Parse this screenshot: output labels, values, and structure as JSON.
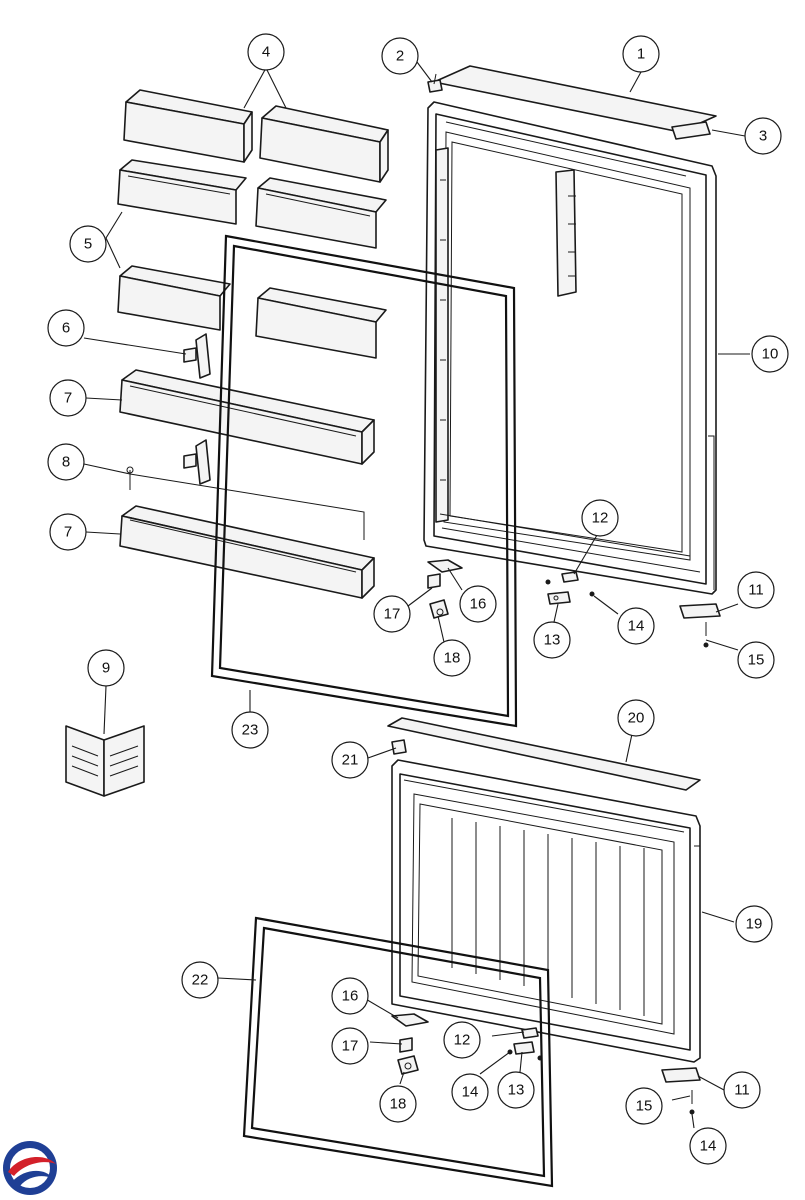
{
  "callouts": [
    {
      "id": "c1",
      "label": "1"
    },
    {
      "id": "c2",
      "label": "2"
    },
    {
      "id": "c3",
      "label": "3"
    },
    {
      "id": "c4",
      "label": "4"
    },
    {
      "id": "c5",
      "label": "5"
    },
    {
      "id": "c6",
      "label": "6"
    },
    {
      "id": "c7a",
      "label": "7"
    },
    {
      "id": "c7b",
      "label": "7"
    },
    {
      "id": "c8",
      "label": "8"
    },
    {
      "id": "c9",
      "label": "9"
    },
    {
      "id": "c10",
      "label": "10"
    },
    {
      "id": "c11a",
      "label": "11"
    },
    {
      "id": "c11b",
      "label": "11"
    },
    {
      "id": "c12a",
      "label": "12"
    },
    {
      "id": "c12b",
      "label": "12"
    },
    {
      "id": "c13a",
      "label": "13"
    },
    {
      "id": "c13b",
      "label": "13"
    },
    {
      "id": "c14a",
      "label": "14"
    },
    {
      "id": "c14b",
      "label": "14"
    },
    {
      "id": "c14c",
      "label": "14"
    },
    {
      "id": "c15a",
      "label": "15"
    },
    {
      "id": "c15b",
      "label": "15"
    },
    {
      "id": "c16a",
      "label": "16"
    },
    {
      "id": "c16b",
      "label": "16"
    },
    {
      "id": "c17a",
      "label": "17"
    },
    {
      "id": "c17b",
      "label": "17"
    },
    {
      "id": "c18a",
      "label": "18"
    },
    {
      "id": "c18b",
      "label": "18"
    },
    {
      "id": "c19",
      "label": "19"
    },
    {
      "id": "c20",
      "label": "20"
    },
    {
      "id": "c21",
      "label": "21"
    },
    {
      "id": "c22",
      "label": "22"
    },
    {
      "id": "c23",
      "label": "23"
    }
  ],
  "colors": {
    "logo_blue": "#1f3f95",
    "logo_red": "#d3202a",
    "line": "#1a1a1a"
  }
}
